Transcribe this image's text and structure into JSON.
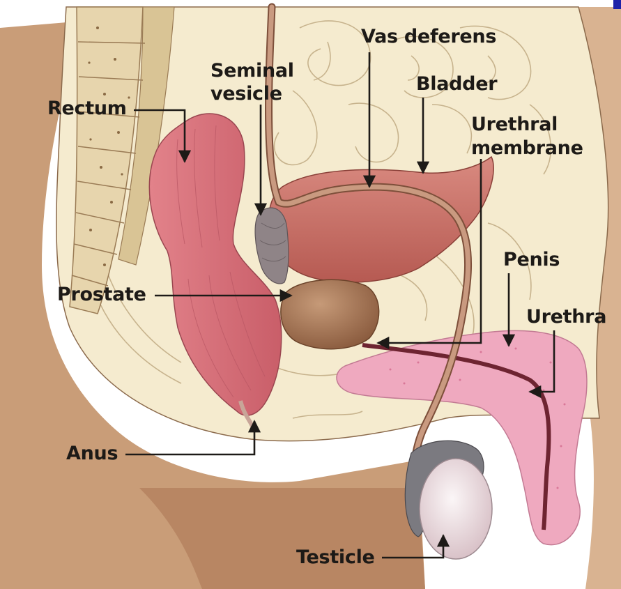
{
  "labels": {
    "rectum": "Rectum",
    "seminal_vesicle": [
      "Seminal",
      "vesicle"
    ],
    "vas_deferens": "Vas deferens",
    "bladder": "Bladder",
    "urethral_membrane": [
      "Urethral",
      "membrane"
    ],
    "penis": "Penis",
    "urethra": "Urethra",
    "prostate": "Prostate",
    "anus": "Anus",
    "testicle": "Testicle"
  },
  "colors": {
    "background": "#ffffff",
    "skin": "#caa07d",
    "tissue": "#f4e9cc",
    "rectum": "#d9737c",
    "bladder": "#c96c63",
    "prostate": "#a87654",
    "penis_tissue": "#efa6bd",
    "vas_deferens": "#b07a60",
    "testicle": "#efe1e4",
    "epididymis": "#7d7b80",
    "spine": "#e6d4ad",
    "label_text": "#1d1a17",
    "leader_line": "#1d1a17",
    "corner_marker": "#1d22a8"
  }
}
